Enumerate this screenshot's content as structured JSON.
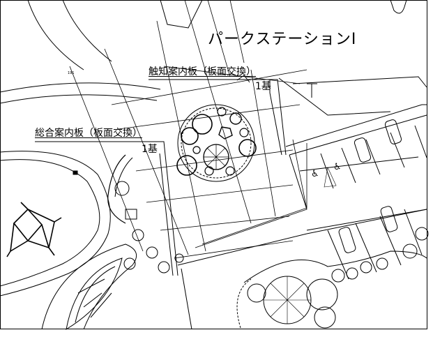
{
  "drawing": {
    "title": "パークステーションⅠ",
    "annotations": [
      {
        "name": "触知案内板（板面交換）",
        "quantity": "1基"
      },
      {
        "name": "総合案内板（板面交換）",
        "quantity": "1基"
      }
    ],
    "small_text": "191",
    "line_color": "#000000",
    "background": "#ffffff"
  }
}
